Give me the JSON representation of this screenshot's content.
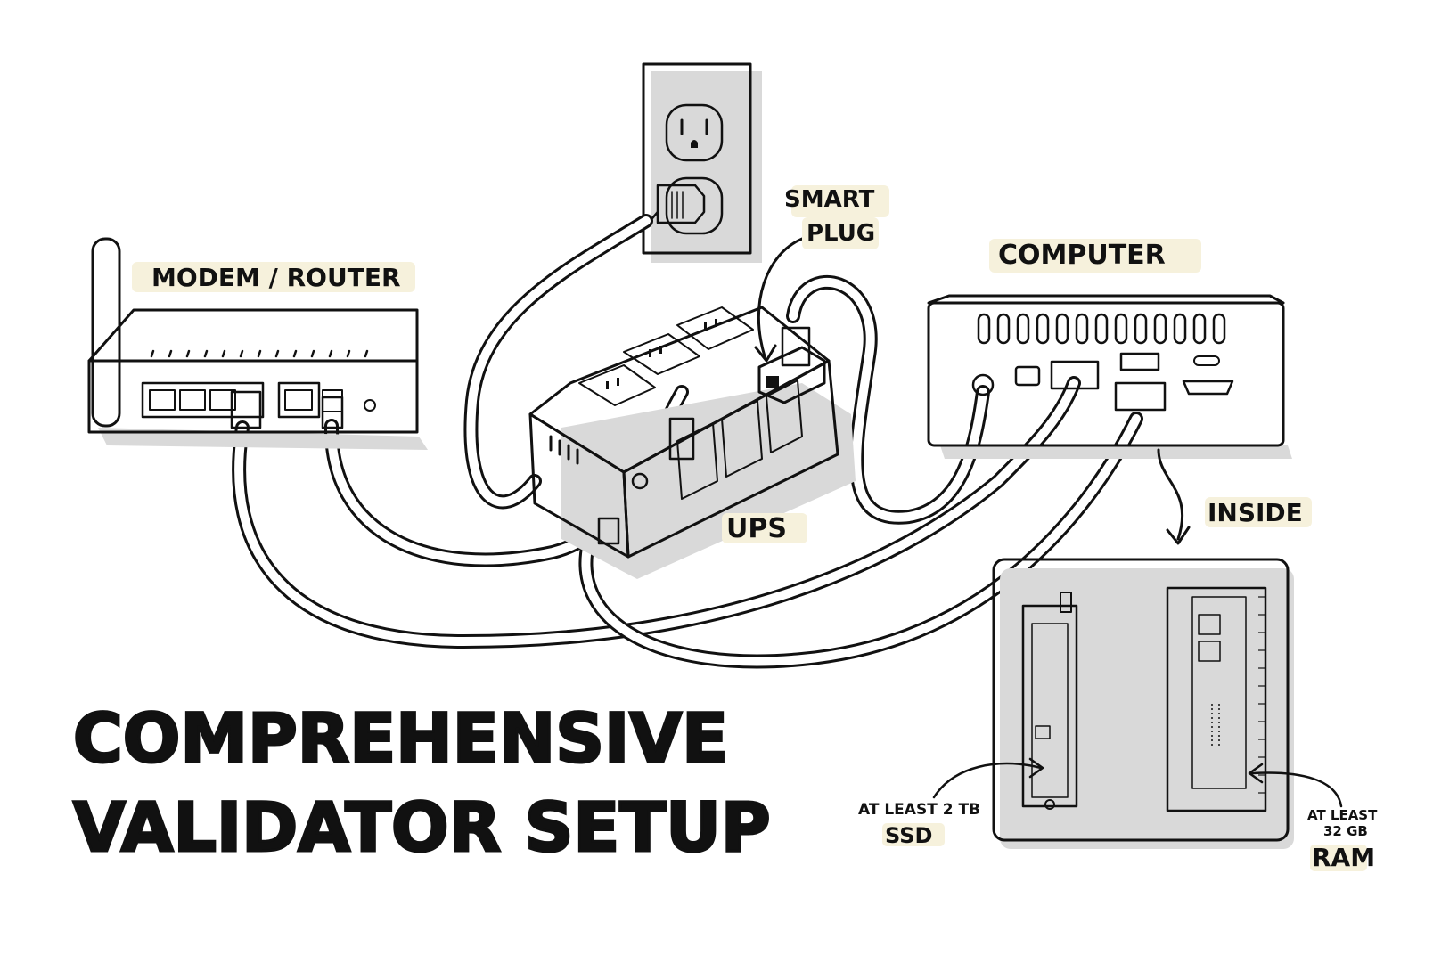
{
  "labels": {
    "modem_router": "MODEM / ROUTER",
    "smart_plug_line1": "SMART",
    "smart_plug_line2": "PLUG",
    "computer": "COMPUTER",
    "ups": "UPS",
    "inside": "INSIDE",
    "ssd_spec": "AT LEAST 2 TB",
    "ssd": "SSD",
    "ram_spec_line1": "AT LEAST",
    "ram_spec_line2": "32 GB",
    "ram": "RAM"
  },
  "title": {
    "line1": "COMPREHENSIVE",
    "line2": "VALIDATOR SETUP"
  }
}
